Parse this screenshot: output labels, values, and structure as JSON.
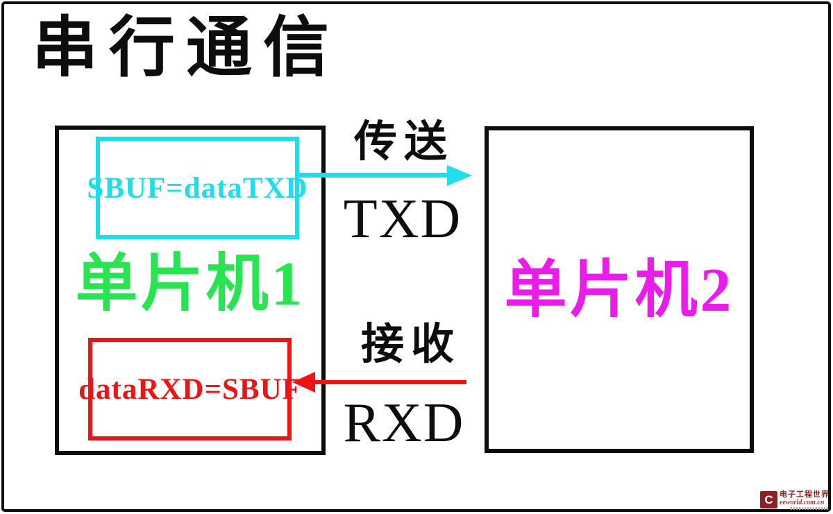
{
  "title": "串行通信",
  "mcu1": {
    "label": "单片机1",
    "tx_register": "SBUF=dataTXD",
    "rx_register": "dataRXD=SBUF"
  },
  "mcu2": {
    "label": "单片机2"
  },
  "tx_channel": {
    "action": "传送",
    "signal": "TXD",
    "direction": "mcu1-to-mcu2"
  },
  "rx_channel": {
    "action": "接收",
    "signal": "RXD",
    "direction": "mcu2-to-mcu1"
  },
  "watermark": {
    "logo_letter": "C",
    "brand": "电子工程世界",
    "domain": "eeworld.com.cn"
  },
  "colors": {
    "ink": "#0d0d0d",
    "cyan": "#1fdde9",
    "green": "#27e550",
    "magenta": "#e91ce9",
    "red": "#ee1414",
    "wm-red": "#8b2222",
    "wm-red2": "#9c3a3a"
  }
}
